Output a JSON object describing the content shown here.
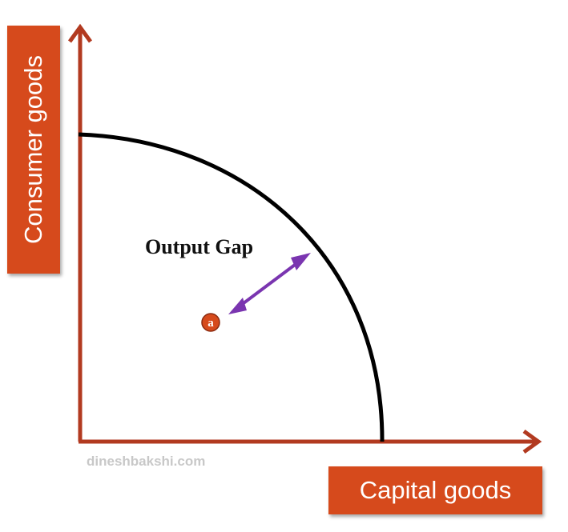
{
  "diagram": {
    "y_axis_label": "Consumer goods",
    "x_axis_label": "Capital goods",
    "gap_label": "Output Gap",
    "point_label": "a",
    "watermark": "dineshbakshi.com",
    "colors": {
      "axis": "#b23a20",
      "label_box": "#d64a1c",
      "curve": "#000000",
      "arrow": "#7a35b0",
      "point": "#d64a1c"
    }
  }
}
